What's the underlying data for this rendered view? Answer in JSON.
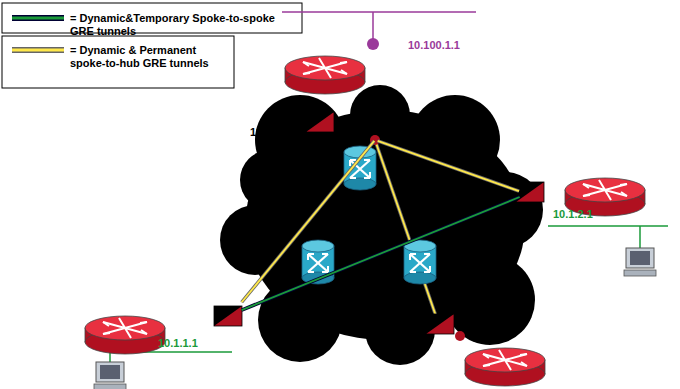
{
  "diagram": {
    "nodes": [
      {
        "text": [
          "10.100.1.1",
          "130.25.13.1"
        ]
      },
      {
        "text": [
          "10.1.2.1"
        ]
      },
      {
        "text": [
          "10.1.1.1"
        ]
      }
    ],
    "edges": [
      {
        "from": 0,
        "to": 1,
        "arrow": "none"
      },
      {
        "from": 0,
        "to": 2,
        "arrow": "none"
      },
      {
        "from": 2,
        "to": 1,
        "arrow": "none"
      }
    ],
    "legend": [
      {
        "text": "= Dynamic&Temporary Spoke-to-spoke GRE tunnels"
      },
      {
        "text": "= Dynamic & Permanent spoke-to-hub GRE tunnels"
      }
    ]
  }
}
